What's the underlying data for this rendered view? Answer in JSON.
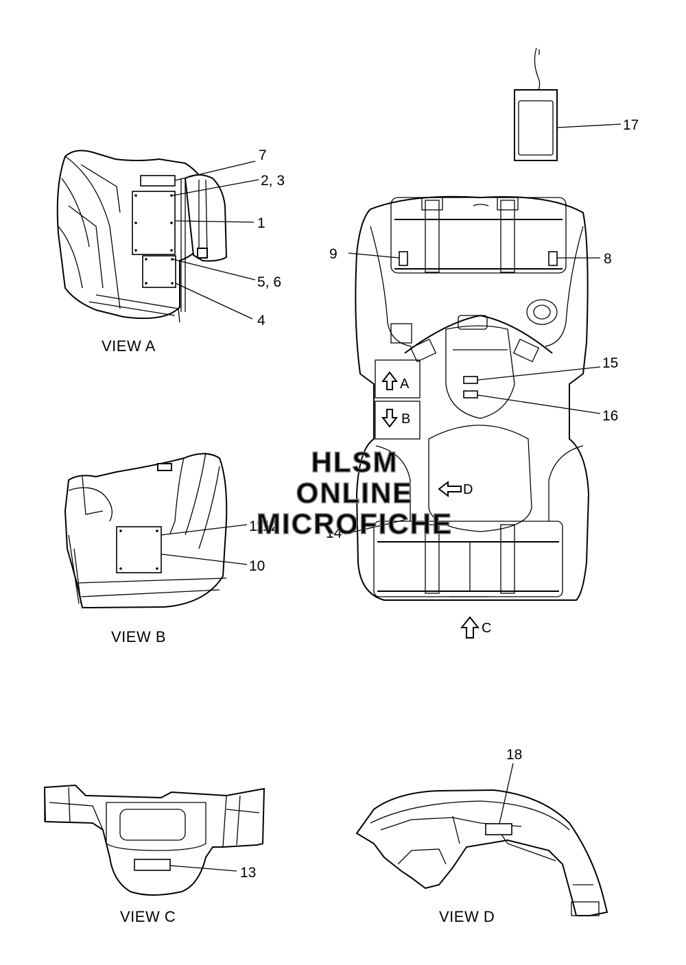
{
  "views": {
    "a": "VIEW A",
    "b": "VIEW B",
    "c": "VIEW C",
    "d": "VIEW D"
  },
  "callouts": {
    "c1": "1",
    "c2_3": "2, 3",
    "c4": "4",
    "c5_6": "5, 6",
    "c7": "7",
    "c8": "8",
    "c9": "9",
    "c10": "10",
    "c11_12": "1112",
    "c13": "13",
    "c14": "14",
    "c15": "15",
    "c16": "16",
    "c17": "17",
    "c18": "18"
  },
  "arrows": {
    "a": "A",
    "b": "B",
    "c": "C",
    "d": "D"
  },
  "watermark": {
    "line1": "HLSM",
    "line2": "ONLINE",
    "line3": "MICROFICHE"
  }
}
